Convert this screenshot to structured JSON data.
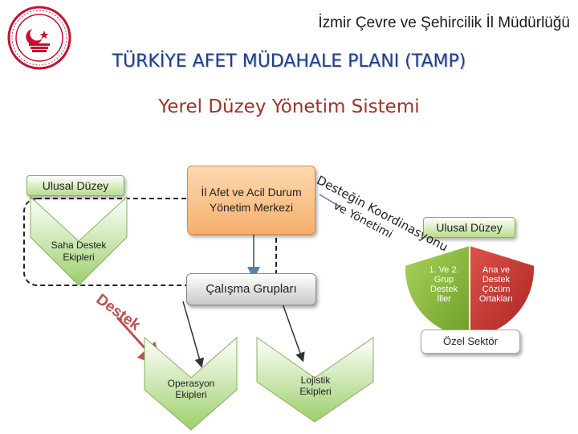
{
  "header": {
    "organization": "İzmir Çevre ve Şehircilik İl Müdürlüğü",
    "logo_icon": "ministry-seal-icon"
  },
  "title": "TÜRKİYE AFET MÜDAHALE PLANI (TAMP)",
  "subtitle": "Yerel Düzey Yönetim Sistemi",
  "boxes": {
    "ulusal_duzey_left": "Ulusal Düzey",
    "il_afet": "İl Afet ve Acil Durum Yönetim Merkezi",
    "ulusal_duzey_right": "Ulusal Düzey",
    "saha_destek": "Saha Destek Ekipleri",
    "calisma_gruplari": "Çalışma Grupları",
    "operasyon": "Operasyon Ekipleri",
    "lojistik": "Lojistik Ekipleri",
    "ozel_sektor": "Özel Sektör"
  },
  "arc_labels": {
    "destegin_koordinasyonu": "Desteğin Koordinasyonu",
    "ve_yonetimi": "ve Yönetimi",
    "destek": "Destek"
  },
  "pie": {
    "green_label": "1. Ve 2. Grup Destek İller",
    "red_label": "Ana ve Destek Çözüm Ortakları",
    "colors": {
      "green": "#8cbf3f",
      "red": "#cf3a35"
    }
  },
  "colors": {
    "title_blue": "#1f3d8c",
    "subtitle_red": "#a23227",
    "arrow_blue": "#5b7fb0",
    "arrow_red": "#c0504d"
  }
}
